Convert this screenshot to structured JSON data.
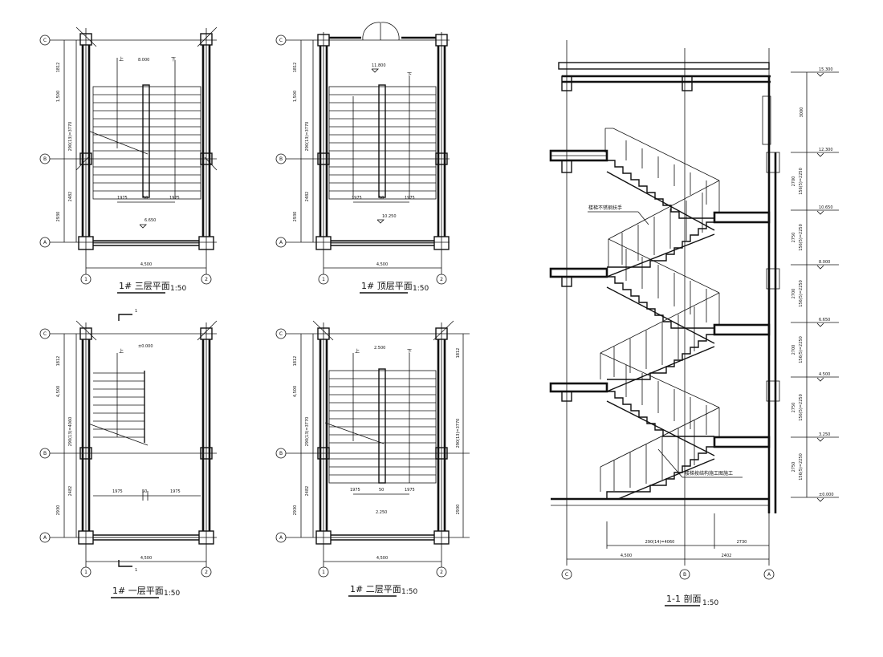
{
  "plans": [
    {
      "id": "third-floor-plan",
      "title": "1# 三层平面",
      "scale": "1:50",
      "grid_top": "C",
      "grid_mid": "B",
      "grid_bot": "A",
      "grid_left": "1",
      "grid_right": "2",
      "up_label": "上",
      "down_label": "下",
      "level_upper": "8.000",
      "level_lower": "6.650",
      "left_dims": [
        "1812",
        "1,500",
        "290(13)=3770",
        "2482",
        "2930"
      ],
      "bottom_dim": "4,500",
      "flight_dims": [
        "1975",
        "50",
        "1975"
      ]
    },
    {
      "id": "top-floor-plan",
      "title": "1# 顶层平面",
      "scale": "1:50",
      "grid_top": "C",
      "grid_mid": "B",
      "grid_bot": "A",
      "grid_left": "1",
      "grid_right": "2",
      "up_label": "",
      "down_label": "下",
      "level_upper": "11.800",
      "level_lower": "10.250",
      "left_dims": [
        "1812",
        "1,500",
        "290(13)=3770",
        "2482",
        "2930"
      ],
      "bottom_dim": "4,500",
      "flight_dims": [
        "1975",
        "50",
        "1975"
      ]
    },
    {
      "id": "first-floor-plan",
      "title": "1# 一层平面",
      "scale": "1:50",
      "grid_top": "C",
      "grid_mid": "B",
      "grid_bot": "A",
      "grid_left": "1",
      "grid_right": "2",
      "up_label": "上",
      "down_label": "",
      "level_upper": "±0.000",
      "level_lower": "",
      "left_dims": [
        "1812",
        "4,500",
        "290(13)=4060",
        "2482",
        "2930"
      ],
      "bottom_dim": "4,500",
      "flight_dims": [
        "1975",
        "50",
        "1975"
      ]
    },
    {
      "id": "second-floor-plan",
      "title": "1# 二层平面",
      "scale": "1:50",
      "grid_top": "C",
      "grid_mid": "B",
      "grid_bot": "A",
      "grid_left": "1",
      "grid_right": "2",
      "up_label": "上",
      "down_label": "下",
      "level_upper": "2.500",
      "level_lower": "2.250",
      "left_dims": [
        "1812",
        "4,500",
        "290(13)=3770",
        "2482",
        "2930"
      ],
      "bottom_dim": "4,500",
      "flight_dims": [
        "1975",
        "50",
        "1975"
      ]
    }
  ],
  "section": {
    "title": "1-1 剖面",
    "scale": "1:50",
    "grid_left": "C",
    "grid_mid": "B",
    "grid_right": "A",
    "note_railing": "楼梯不锈钢扶手",
    "note_stair": "楼梯按结构施工图施工",
    "levels": [
      "15.300",
      "12.300",
      "10.650",
      "8.000",
      "6.650",
      "4.500",
      "3.250",
      "±0.000"
    ],
    "right_dims": [
      "3000",
      "2700",
      "156(5)=2250",
      "2750",
      "156(5)=2250",
      "2700",
      "156(5)=2250",
      "2750"
    ],
    "bottom_dims": [
      "290(14)=4060",
      "2730",
      "4,500",
      "2402"
    ]
  },
  "section_mark": "1"
}
